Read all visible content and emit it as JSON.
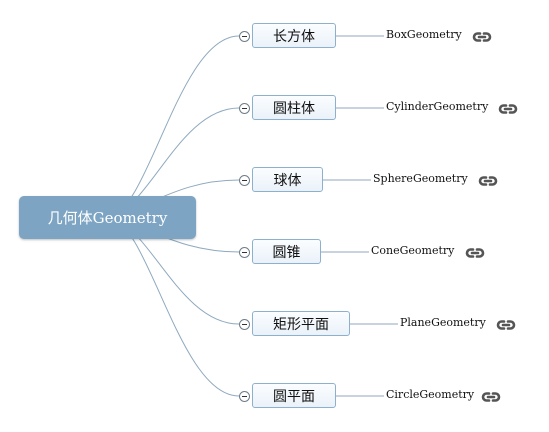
{
  "root": {
    "label": "几何体Geometry"
  },
  "branches": [
    {
      "label": "长方体",
      "geometry": "BoxGeometry",
      "link_icon": "link-icon"
    },
    {
      "label": "圆柱体",
      "geometry": "CylinderGeometry",
      "link_icon": "link-icon"
    },
    {
      "label": "球体",
      "geometry": "SphereGeometry",
      "link_icon": "link-icon"
    },
    {
      "label": "圆锥",
      "geometry": "ConeGeometry",
      "link_icon": "link-icon"
    },
    {
      "label": "矩形平面",
      "geometry": "PlaneGeometry",
      "link_icon": "link-icon"
    },
    {
      "label": "圆平面",
      "geometry": "CircleGeometry",
      "link_icon": "link-icon"
    }
  ],
  "colors": {
    "root_fill": "#7da5c3",
    "connector": "#8fa9bf",
    "node_border": "#8fb0cc",
    "icon": "#555555"
  }
}
